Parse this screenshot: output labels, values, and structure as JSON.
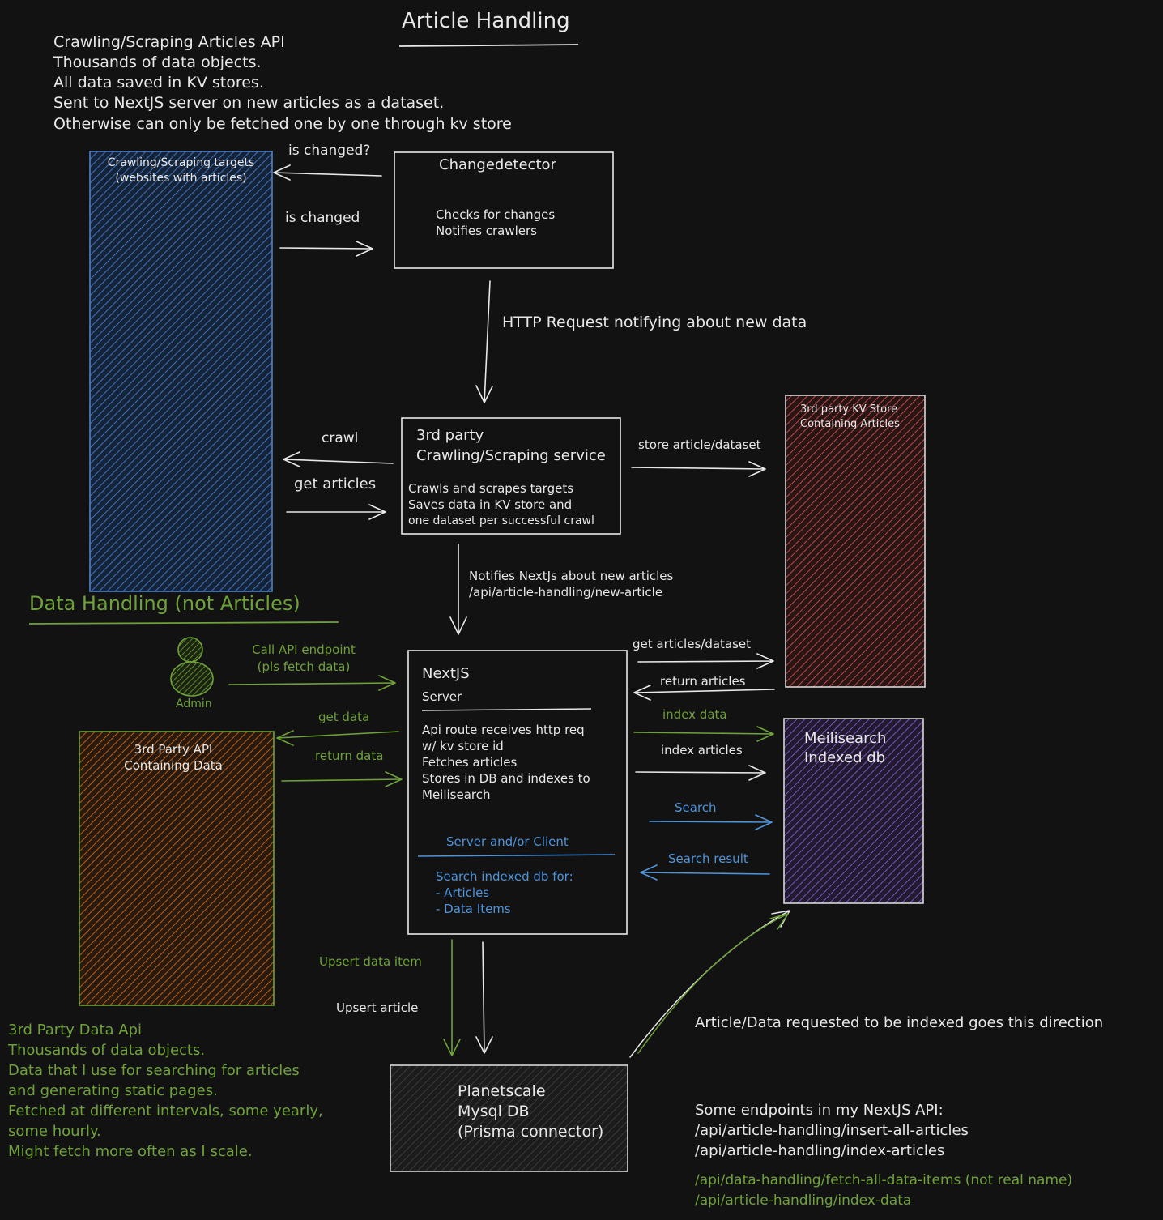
{
  "title": "Article Handling",
  "intro": {
    "lines": [
      "Crawling/Scraping Articles API",
      "Thousands of data objects.",
      "All data saved in KV stores.",
      "Sent to NextJS server on new articles as a dataset.",
      "Otherwise can only be fetched one by one through kv store"
    ]
  },
  "nodes": {
    "targets": {
      "lines": [
        "Crawling/Scraping targets",
        "(websites with articles)"
      ],
      "color": "#3d6fb3"
    },
    "changedetector": {
      "title": "Changedetector",
      "lines": [
        "Checks for changes",
        "Notifies crawlers"
      ]
    },
    "crawler": {
      "title_lines": [
        "3rd party",
        "Crawling/Scraping service"
      ],
      "lines": [
        "Crawls and scrapes targets",
        "Saves data in KV store and",
        "one dataset per successful crawl"
      ]
    },
    "kv_store": {
      "lines": [
        "3rd party KV Store",
        "Containing Articles"
      ],
      "color": "#b84a4a"
    },
    "nextjs": {
      "title": "NextJS",
      "subtitle": "Server",
      "lines": [
        "Api route receives http req",
        "w/ kv store id",
        "Fetches articles",
        "Stores in DB and indexes to",
        "Meilisearch"
      ],
      "client_title": "Server and/or Client",
      "search_lines": [
        "Search indexed db for:",
        "- Articles",
        "- Data Items"
      ]
    },
    "meili": {
      "lines": [
        "Meilisearch",
        "Indexed db"
      ],
      "color": "#7a55b8"
    },
    "data_api": {
      "lines": [
        "3rd Party API",
        "Containing Data"
      ],
      "color": "#b5611e"
    },
    "planetscale": {
      "lines": [
        "Planetscale",
        "Mysql DB",
        "(Prisma connector)"
      ]
    },
    "admin": {
      "label": "Admin"
    }
  },
  "edges": {
    "is_changed_q": "is changed?",
    "is_changed": "is changed",
    "http_request": "HTTP Request notifying about new data",
    "crawl": "crawl",
    "get_articles": "get articles",
    "store_article": "store article/dataset",
    "notifies": [
      "Notifies NextJs about new articles",
      "/api/article-handling/new-article"
    ],
    "get_articles_dataset": "get articles/dataset",
    "return_articles": "return articles",
    "index_data": "index data",
    "index_articles": "index articles",
    "search": "Search",
    "search_result": "Search result",
    "call_api": [
      "Call API endpoint",
      "(pls fetch data)"
    ],
    "get_data": "get data",
    "return_data": "return data",
    "upsert_data_item": "Upsert data item",
    "upsert_article": "Upsert article",
    "indexed_direction": "Article/Data requested to be indexed goes this direction"
  },
  "data_handling": {
    "heading": "Data Handling (not Articles)",
    "lines": [
      "3rd Party Data Api",
      "Thousands of data objects.",
      "Data that I use for searching for articles",
      "and generating static pages.",
      "Fetched at different intervals, some yearly,",
      "some hourly.",
      "Might fetch more often as I scale."
    ]
  },
  "endpoints": {
    "heading": "Some endpoints in my NextJS API:",
    "article_lines": [
      "/api/article-handling/insert-all-articles",
      "/api/article-handling/index-articles"
    ],
    "data_lines": [
      "/api/data-handling/fetch-all-data-items (not real name)",
      "/api/article-handling/index-data"
    ]
  },
  "colors": {
    "white": "#e8e8e8",
    "green": "#6fa13a",
    "blue": "#4f93d8",
    "background": "#121212"
  }
}
